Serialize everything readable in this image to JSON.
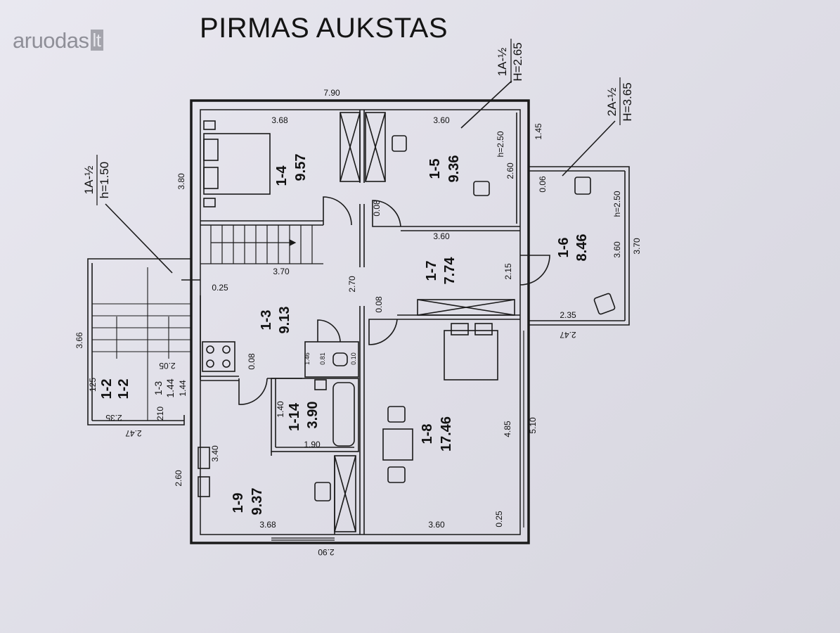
{
  "title": "PIRMAS AUKSTAS",
  "watermark": {
    "text": "aruodas",
    "tld": "lt"
  },
  "rooms": [
    {
      "id": "1-4",
      "area": "9.57"
    },
    {
      "id": "1-5",
      "area": "9.36"
    },
    {
      "id": "1-6",
      "area": "8.46"
    },
    {
      "id": "1-7",
      "area": "7.74"
    },
    {
      "id": "1-3",
      "area": "9.13"
    },
    {
      "id": "1-14",
      "area": "3.90"
    },
    {
      "id": "1-8",
      "area": "17.46"
    },
    {
      "id": "1-9",
      "area": "9.37"
    },
    {
      "id": "1-2",
      "area": "1-2"
    }
  ],
  "annotations": {
    "a1": {
      "line1": "1A-½",
      "line2": "H=2.65"
    },
    "a2": {
      "line1": "2A-½",
      "line2": "H=3.65"
    },
    "a3": {
      "line1": "1A-½",
      "line2": "h=1.50"
    }
  },
  "dims": {
    "top_width": "7.90",
    "room14_w": "3.68",
    "room15_w": "3.60",
    "room15_h": "h=2.50",
    "room15_side": "2.60",
    "ext_145": "1.45",
    "left_380": "3.80",
    "d008a": "0.08",
    "d006": "0.06",
    "r16_h": "h=2.50",
    "r16_side": "3.60",
    "r16_outer": "3.70",
    "r17_w": "3.60",
    "stair_w": "3.70",
    "d025": "0.25",
    "d270": "2.70",
    "d215": "2.15",
    "d008b": "0.08",
    "d235": "2.35",
    "d247": "2.47",
    "d366": "3.66",
    "d008c": "0.08",
    "wc_a": "1.46",
    "wc_b": "0.81",
    "wc_c": "0.10",
    "d205": "2.05",
    "d125": "125",
    "d13": "1-3",
    "d144a": "1.44",
    "d144b": "1.44",
    "d210": "210",
    "d235b": "2.35",
    "d247b": "2.47",
    "d140": "1.40",
    "d190": "1.90",
    "d485": "4.85",
    "d510": "5.10",
    "d340": "3.40",
    "d260": "2.60",
    "d368": "3.68",
    "d360": "3.60",
    "d025b": "0.25",
    "d290": "2.90"
  }
}
